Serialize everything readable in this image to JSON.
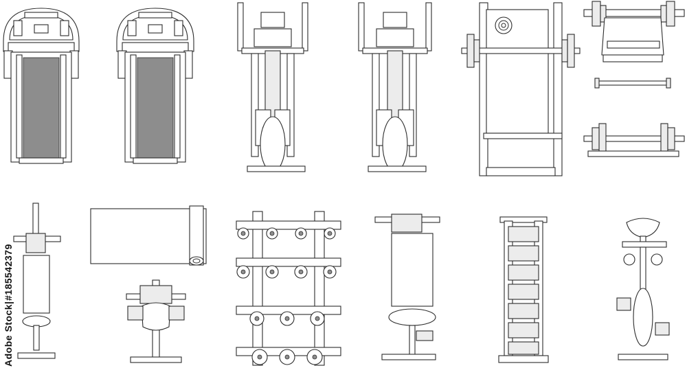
{
  "stock_watermark": {
    "site": "Adobe Stock",
    "separator": "|",
    "id": "#185542379"
  },
  "colors": {
    "line": "#2b2b2b",
    "fill_light": "#ececec",
    "fill_dark": "#8d8d8d",
    "background": "#ffffff"
  },
  "items": [
    {
      "name": "treadmill",
      "icon": "treadmill-icon"
    },
    {
      "name": "treadmill",
      "icon": "treadmill-icon"
    },
    {
      "name": "elliptical-trainer",
      "icon": "elliptical-icon"
    },
    {
      "name": "elliptical-trainer",
      "icon": "elliptical-icon"
    },
    {
      "name": "weight-bench-press",
      "icon": "bench-press-icon"
    },
    {
      "name": "bench-press-with-barbell",
      "icon": "bench-barbell-icon"
    },
    {
      "name": "barbell-bar",
      "icon": "bar-icon"
    },
    {
      "name": "barbell-on-stand",
      "icon": "barbell-icon"
    },
    {
      "name": "weight-bench",
      "icon": "weight-bench-icon"
    },
    {
      "name": "yoga-mat",
      "icon": "yoga-mat-icon"
    },
    {
      "name": "rowing-machine",
      "icon": "rowing-machine-icon"
    },
    {
      "name": "dumbbell-rack",
      "icon": "dumbbell-rack-icon"
    },
    {
      "name": "adjustable-bench",
      "icon": "adjustable-bench-icon"
    },
    {
      "name": "dumbbell-tower",
      "icon": "dumbbell-tower-icon"
    },
    {
      "name": "exercise-bike",
      "icon": "exercise-bike-icon"
    }
  ]
}
